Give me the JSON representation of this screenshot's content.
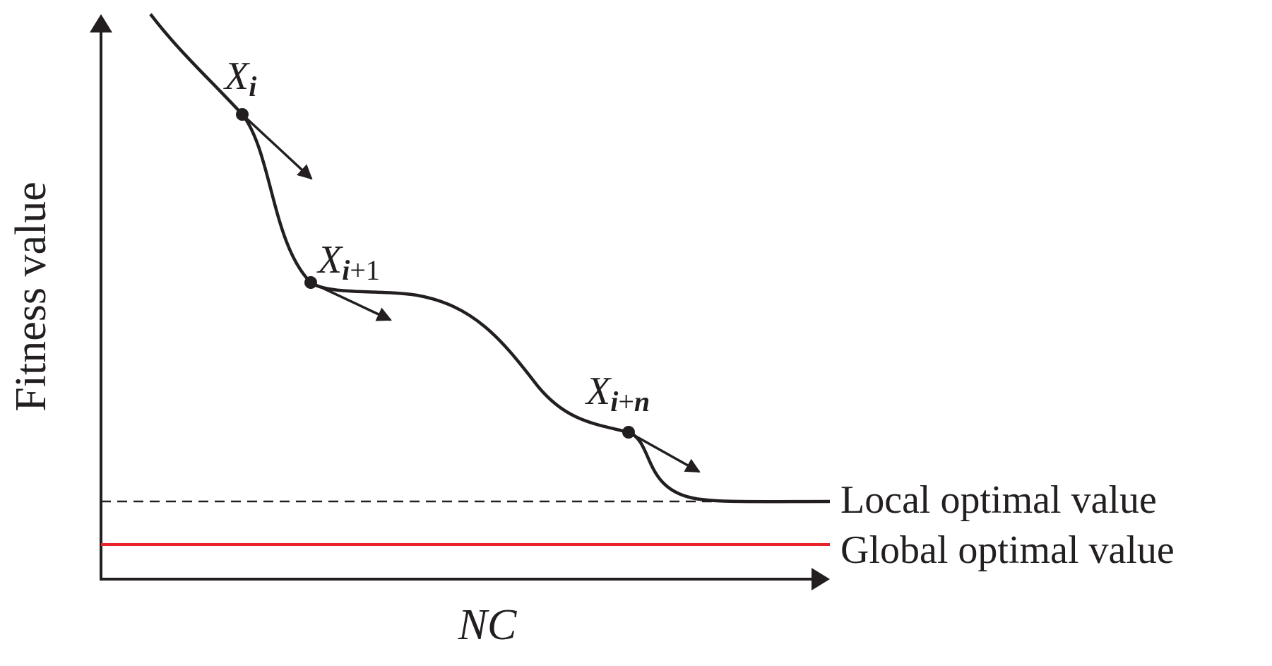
{
  "diagram": {
    "y_axis_label": "Fitness value",
    "x_axis_label": "NC",
    "local_optimal_label": "Local optimal value",
    "global_optimal_label": "Global optimal value",
    "points": [
      {
        "base": "X",
        "subscript": "i"
      },
      {
        "base": "X",
        "subscript_var": "i",
        "subscript_rest": "+1"
      },
      {
        "base": "X",
        "subscript_var": "i",
        "subscript_op": "+",
        "subscript_var2": "n"
      }
    ],
    "colors": {
      "ink": "#231f20",
      "global_line": "#e8242a"
    }
  }
}
